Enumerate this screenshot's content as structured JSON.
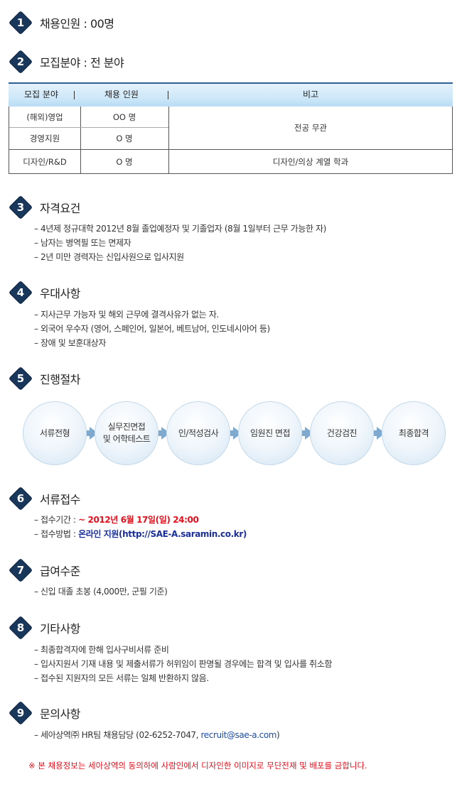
{
  "sections": [
    {
      "num": "1",
      "title": "채용인원 : 00명"
    },
    {
      "num": "2",
      "title": "모집분야 : 전 분야"
    },
    {
      "num": "3",
      "title": "자격요건"
    },
    {
      "num": "4",
      "title": "우대사항"
    },
    {
      "num": "5",
      "title": "진행절차"
    },
    {
      "num": "6",
      "title": "서류접수"
    },
    {
      "num": "7",
      "title": "급여수준"
    },
    {
      "num": "8",
      "title": "기타사항"
    },
    {
      "num": "9",
      "title": "문의사항"
    }
  ],
  "table": {
    "headers": [
      "모집 분야",
      "채용 인원",
      "비고"
    ],
    "rows": [
      {
        "field": "(해외)영업",
        "count": "OO 명"
      },
      {
        "field": "경영지원",
        "count": "O 명"
      },
      {
        "field": "디자인/R&D",
        "count": "O 명",
        "note": "디자인/의상 계열 학과"
      }
    ],
    "merged_note": "전공 무관"
  },
  "qualifications": [
    "4년제 정규대학 2012년 8월 졸업예정자 및 기졸업자 (8월 1일부터 근무 가능한 자)",
    "남자는 병역필 또는 면제자",
    "2년 미만 경력자는 신입사원으로 입사지원"
  ],
  "preferences": [
    "지사근무 가능자 및 해외 근무에 결격사유가 없는 자.",
    "외국어 우수자 (영어, 스페인어, 일본어, 베트남어, 인도네시아어 등)",
    "장애 및 보훈대상자"
  ],
  "process": [
    {
      "line1": "서류전형",
      "line2": ""
    },
    {
      "line1": "실무진면접",
      "line2": "및 어학테스트"
    },
    {
      "line1": "인/적성검사",
      "line2": ""
    },
    {
      "line1": "임원진 면접",
      "line2": ""
    },
    {
      "line1": "건강검진",
      "line2": ""
    },
    {
      "line1": "최종합격",
      "line2": ""
    }
  ],
  "application": {
    "period_label": "접수기간 : ",
    "period_value": "~ 2012년 6월 17일(일) 24:00",
    "method_label": "접수방법 : ",
    "method_value": "온라인 지원",
    "method_url": "(http://SAE-A.saramin.co.kr)"
  },
  "salary": [
    "신입 대졸 초봉 (4,000만, 군필 기준)"
  ],
  "other": [
    "최종합격자에 한해 입사구비서류 준비",
    "입사지원서 기재 내용 및 제출서류가 허위임이 판명될 경우에는 합격 및 입사를 취소함",
    "접수된 지원자의 모든 서류는 일체 반환하지 않음."
  ],
  "contact": {
    "text": "세아상역㈜ HR팀 채용담당 (02-6252-7047, ",
    "email": "recruit@sae-a.com",
    "tail": ")"
  },
  "notice": "※ 본 채용정보는 세아상역의 동의하에 사람인에서 디자인한 이미지로 무단전재 및 배포를 금합니다."
}
